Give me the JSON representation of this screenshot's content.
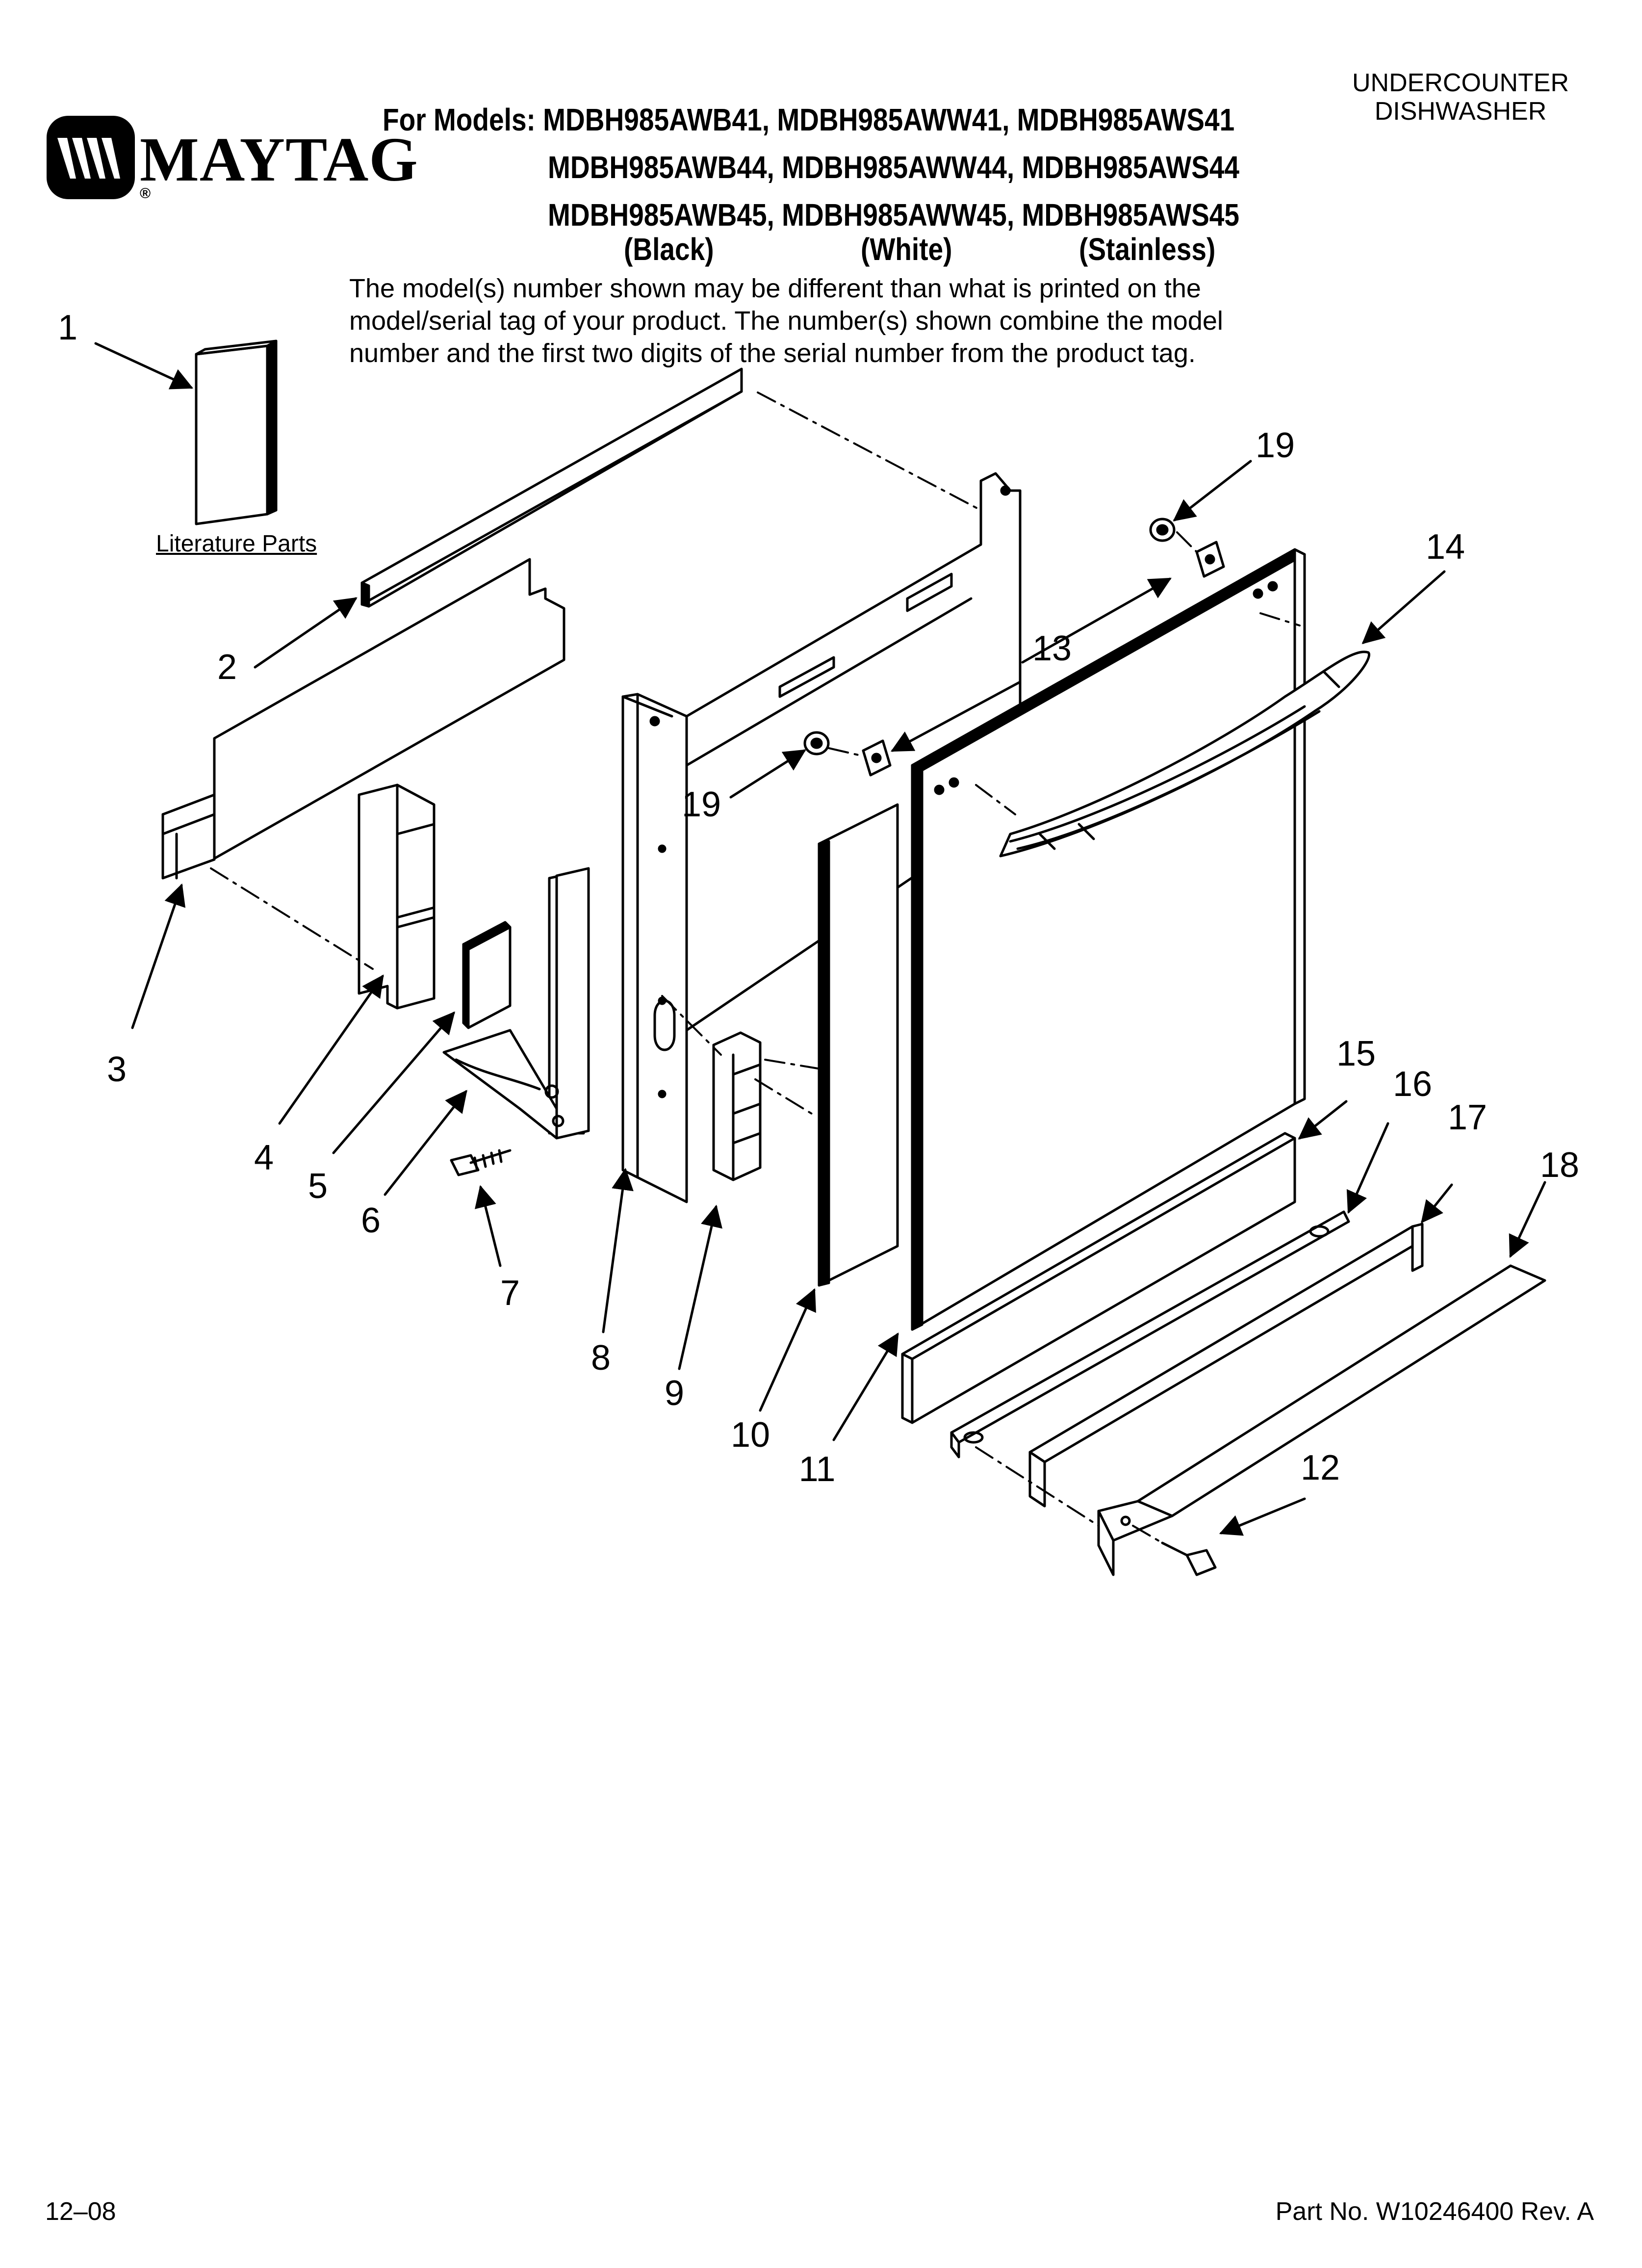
{
  "header": {
    "brand": "MAYTAG",
    "registered_mark": "®",
    "models_line_1": "For Models: MDBH985AWB41, MDBH985AWW41, MDBH985AWS41",
    "models_line_2": "MDBH985AWB44, MDBH985AWW44, MDBH985AWS44",
    "models_line_3": "MDBH985AWB45, MDBH985AWW45, MDBH985AWS45",
    "color_black": "(Black)",
    "color_white": "(White)",
    "color_stainless": "(Stainless)",
    "notice_line_1": "The model(s) number shown may be different than what is printed on the",
    "notice_line_2": "model/serial tag of your product. The number(s) shown combine the model",
    "notice_line_3": "number and the first two digits of the serial number from the product tag.",
    "doc_type_line_1": "UNDERCOUNTER",
    "doc_type_line_2": "DISHWASHER"
  },
  "diagram": {
    "literature_label": "Literature Parts",
    "callouts": {
      "c1": "1",
      "c2": "2",
      "c3": "3",
      "c4": "4",
      "c5": "5",
      "c6": "6",
      "c7": "7",
      "c8": "8",
      "c9": "9",
      "c10": "10",
      "c11": "11",
      "c12": "12",
      "c13": "13",
      "c14": "14",
      "c15": "15",
      "c16": "16",
      "c17": "17",
      "c18": "18",
      "c19a": "19",
      "c19b": "19"
    }
  },
  "footer": {
    "date_code": "12–08",
    "part_number": "Part No. W10246400 Rev. A"
  }
}
